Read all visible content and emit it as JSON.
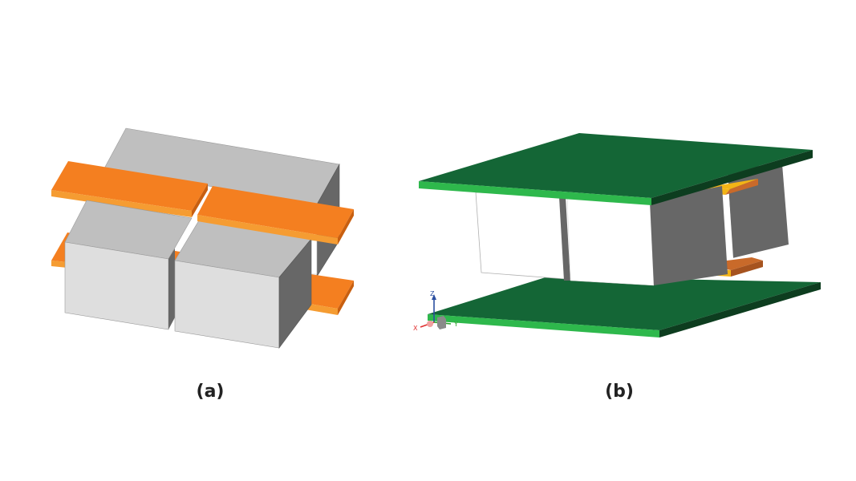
{
  "figure": {
    "panel_a": {
      "caption": "(a)"
    },
    "panel_b": {
      "caption": "(b)",
      "triad": {
        "x_label": "X",
        "y_label": "Y",
        "z_label": "Z"
      }
    }
  },
  "colors": {
    "copper_orange": "#f47f20",
    "copper_edge": "#c85f10",
    "core_top": "#bfbfbf",
    "core_front": "#dedede",
    "core_side": "#676767",
    "pcb_green": "#146636",
    "pcb_edge": "#2eb84c",
    "pcb_dark": "#0d3d1f",
    "pad_yellow": "#f2b416",
    "pad_copper": "#c96a2a",
    "axis_x": "#e03030",
    "axis_y": "#2aa02a",
    "axis_z": "#2a4ea0"
  }
}
